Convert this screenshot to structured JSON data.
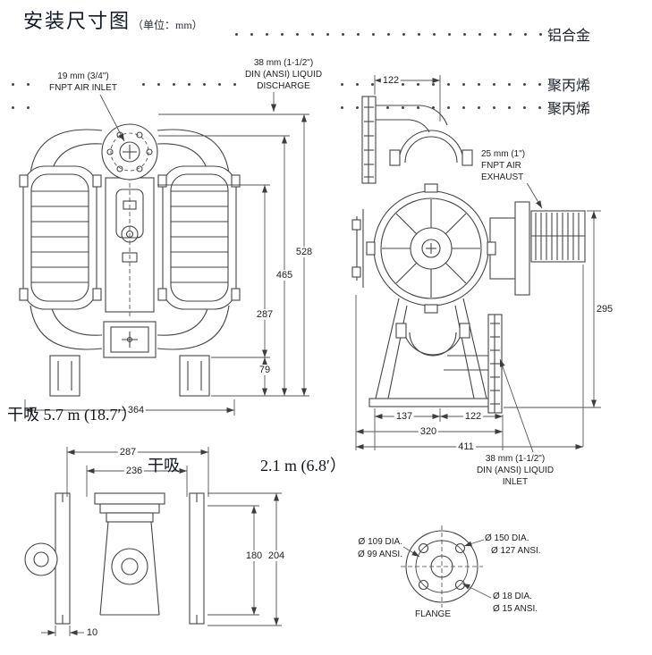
{
  "header": {
    "title": "安装尺寸图",
    "unit_note": "（单位：mm）",
    "material_1": "铝合金",
    "material_2": "聚丙烯",
    "material_3": "聚丙烯"
  },
  "overlay": {
    "dry_lift_1": "干吸  5.7 m (18.7′）",
    "dry_lift_2_label": "干吸",
    "dry_lift_2_value": "2.1 m (6.8′）"
  },
  "front_view": {
    "air_inlet_line1": "19 mm (3/4\")",
    "air_inlet_line2": "FNPT AIR INLET",
    "discharge_line1": "38 mm (1-1/2\")",
    "discharge_line2": "DIN (ANSI) LIQUID",
    "discharge_line3": "DISCHARGE",
    "dim_528": "528",
    "dim_465": "465",
    "dim_287": "287",
    "dim_79": "79",
    "dim_364": "364"
  },
  "side_view": {
    "exhaust_line1": "25 mm (1\")",
    "exhaust_line2": "FNPT AIR",
    "exhaust_line3": "EXHAUST",
    "inlet_line1": "38 mm (1-1/2\")",
    "inlet_line2": "DIN (ANSI) LIQUID",
    "inlet_line3": "INLET",
    "dim_top_122": "122",
    "dim_295": "295",
    "dim_137": "137",
    "dim_122": "122",
    "dim_320": "320",
    "dim_411": "411"
  },
  "bottom_view": {
    "dim_287": "287",
    "dim_236": "236",
    "dim_180": "180",
    "dim_204": "204",
    "dim_10": "10"
  },
  "flange_detail": {
    "dia_150": "Ø 150 DIA.",
    "dia_127": "Ø 127 ANSI.",
    "dia_109": "Ø 109 DIA.",
    "dia_99": "Ø 99 ANSI.",
    "dia_18": "Ø 18 DIA.",
    "dia_15": "Ø 15 ANSI.",
    "caption": "FLANGE"
  }
}
